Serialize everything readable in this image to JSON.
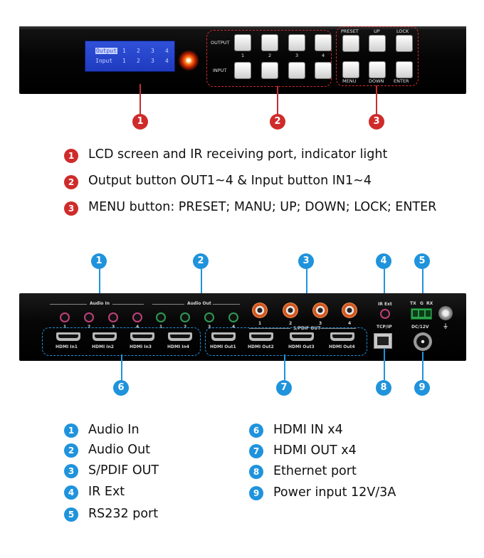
{
  "front_panel": {
    "lcd": {
      "row1_label": "Output",
      "row1_values": [
        "1",
        "2",
        "3",
        "4"
      ],
      "row2_label": "Input",
      "row2_values": [
        "1",
        "2",
        "3",
        "4"
      ]
    },
    "output_label": "OUTPUT",
    "input_label": "INPUT",
    "button_numbers": [
      "1",
      "2",
      "3",
      "4"
    ],
    "menu_top_labels": [
      "PRESET",
      "UP",
      "LOCK"
    ],
    "menu_bottom_labels": [
      "MENU",
      "DOWN",
      "ENTER"
    ],
    "callouts": [
      "1",
      "2",
      "3"
    ]
  },
  "front_descriptions": [
    {
      "num": "1",
      "text": "LCD screen and IR receiving port, indicator light"
    },
    {
      "num": "2",
      "text": "Output button OUT1~4 & Input button IN1~4"
    },
    {
      "num": "3",
      "text": "MENU button: PRESET; MANU; UP; DOWN; LOCK; ENTER"
    }
  ],
  "rear_panel": {
    "audio_in_label": "Audio In",
    "audio_out_label": "Audio Out",
    "jack_numbers": [
      "1",
      "2",
      "3",
      "4"
    ],
    "spdif_label": "S/PDIF OUT",
    "ir_label": "IR Ext",
    "tcp_label": "TCP/IP",
    "dc_label": "DC/12V",
    "rs232_labels": [
      "TX",
      "G",
      "RX"
    ],
    "hdmi_in_labels": [
      "HDMI In1",
      "HDMI In2",
      "HDMI In3",
      "HDMI In4"
    ],
    "hdmi_out_labels": [
      "HDMI Out1",
      "HDMI Out2",
      "HDMI Out3",
      "HDMI Out4"
    ],
    "callouts": [
      "1",
      "2",
      "3",
      "4",
      "5",
      "6",
      "7",
      "8",
      "9"
    ]
  },
  "legend_left": [
    {
      "num": "1",
      "text": "Audio In"
    },
    {
      "num": "2",
      "text": "Audio Out"
    },
    {
      "num": "3",
      "text": "S/PDIF OUT"
    },
    {
      "num": "4",
      "text": "IR Ext"
    },
    {
      "num": "5",
      "text": "RS232 port"
    }
  ],
  "legend_right": [
    {
      "num": "6",
      "text": "HDMI IN x4"
    },
    {
      "num": "7",
      "text": "HDMI OUT x4"
    },
    {
      "num": "8",
      "text": "Ethernet port"
    },
    {
      "num": "9",
      "text": "Power input 12V/3A"
    }
  ],
  "colors": {
    "front_accent": "#cf2b2b",
    "rear_accent": "#1f93dc",
    "lcd_blue": "#2a47d0",
    "panel": "#0a0a0a"
  }
}
